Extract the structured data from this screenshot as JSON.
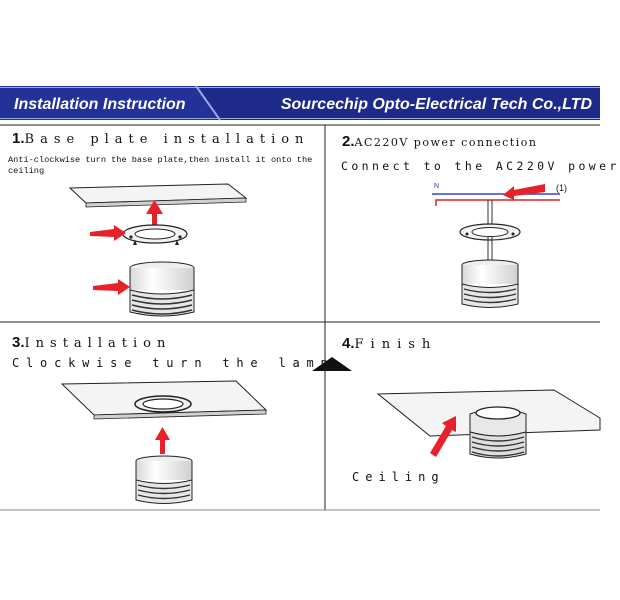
{
  "header": {
    "left_title": "Installation Instruction",
    "right_title": "Sourcechip Opto-Electrical Tech Co.,LTD",
    "colors": {
      "bar": "#1d2a8a",
      "accent": "#9aa6e8"
    }
  },
  "steps": [
    {
      "number": "1.",
      "title": "Base plate installation",
      "description": "Anti-clockwise turn the base plate,then install it onto the ceiling"
    },
    {
      "number": "2.",
      "title": "AC220V power connection",
      "description": "Connect to the AC220V power",
      "wire_label": "N",
      "callout_label": "(1)"
    },
    {
      "number": "3.",
      "title": "Installation",
      "description": "Clockwise turn the lamp"
    },
    {
      "number": "4.",
      "title": "Finish",
      "description": "Ceiling"
    }
  ],
  "colors": {
    "arrow": "#e8202a",
    "wire_blue": "#3344cc",
    "wire_red": "#dd2222"
  }
}
